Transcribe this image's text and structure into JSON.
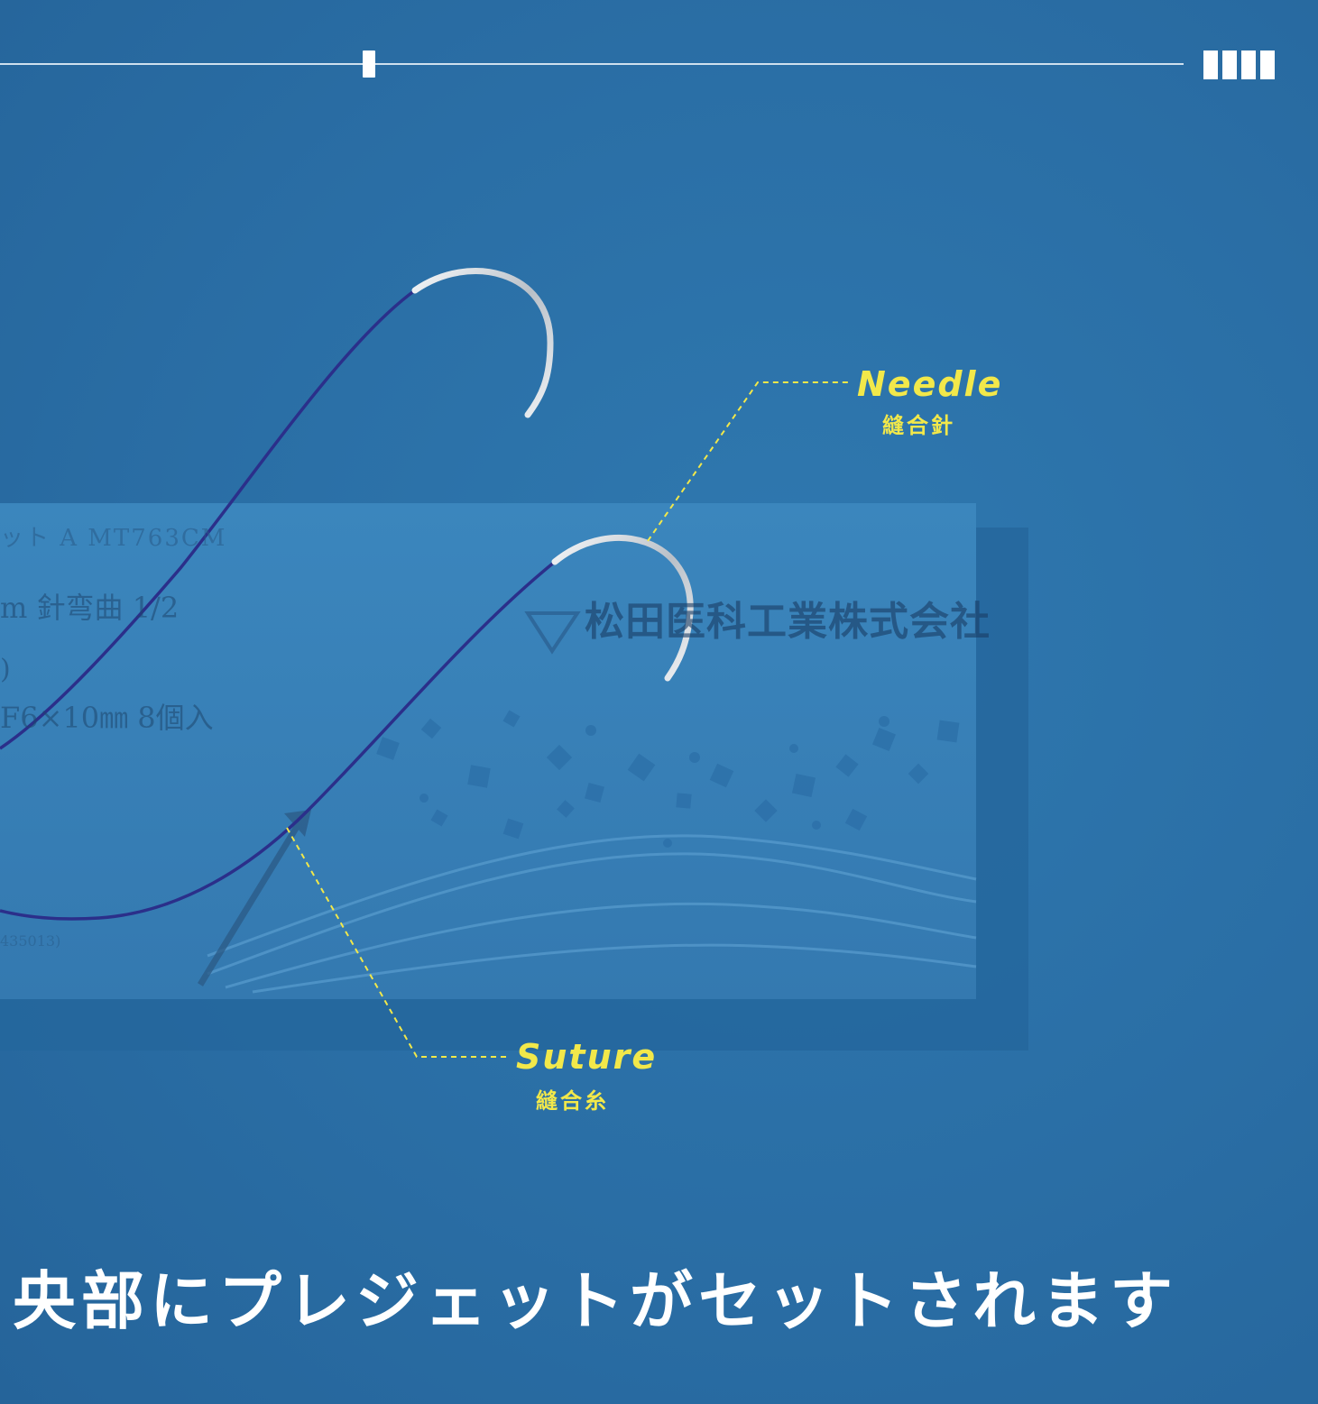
{
  "progress": {
    "current_step": 1,
    "total_steps": 4
  },
  "labels": {
    "needle_title": "Needle",
    "needle_sub": "縫合針",
    "suture_title": "Suture",
    "suture_sub": "縫合糸"
  },
  "package": {
    "line1": "ット  A MT763CM",
    "line2": "m  針弯曲 1/2",
    "line3": ")",
    "line4": "F6×10㎜  8個入",
    "line5": "435013)",
    "brand": "松田医科工業株式会社"
  },
  "caption": "央部にプレジェットがセットされます",
  "colors": {
    "background": "#2a6fa6",
    "accent_label": "#f2e84a",
    "suture": "#2b2f8a",
    "needle": "#d8dde3",
    "caption": "#ffffff"
  }
}
